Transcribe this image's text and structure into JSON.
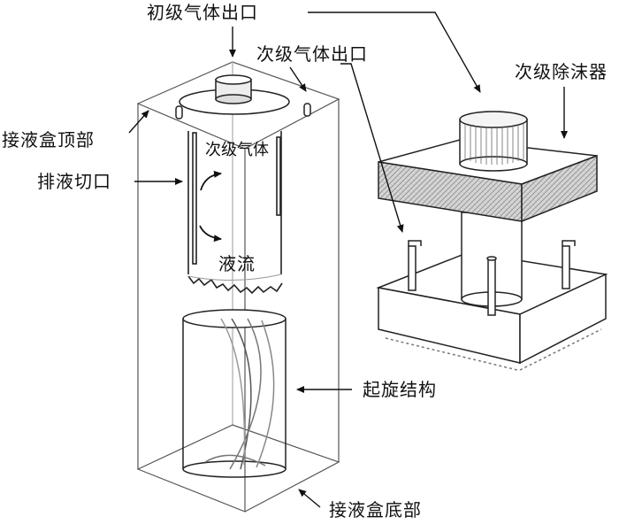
{
  "labels": {
    "primary_gas_outlet": "初级气体出口",
    "secondary_gas_outlet": "次级气体出口",
    "secondary_demister": "次级除沫器",
    "box_top": "接液盒顶部",
    "drain_slot": "排液切口",
    "secondary_gas": "次级气体",
    "liquid_flow": "液流",
    "swirl_structure": "起旋结构",
    "box_bottom": "接液盒底部"
  }
}
